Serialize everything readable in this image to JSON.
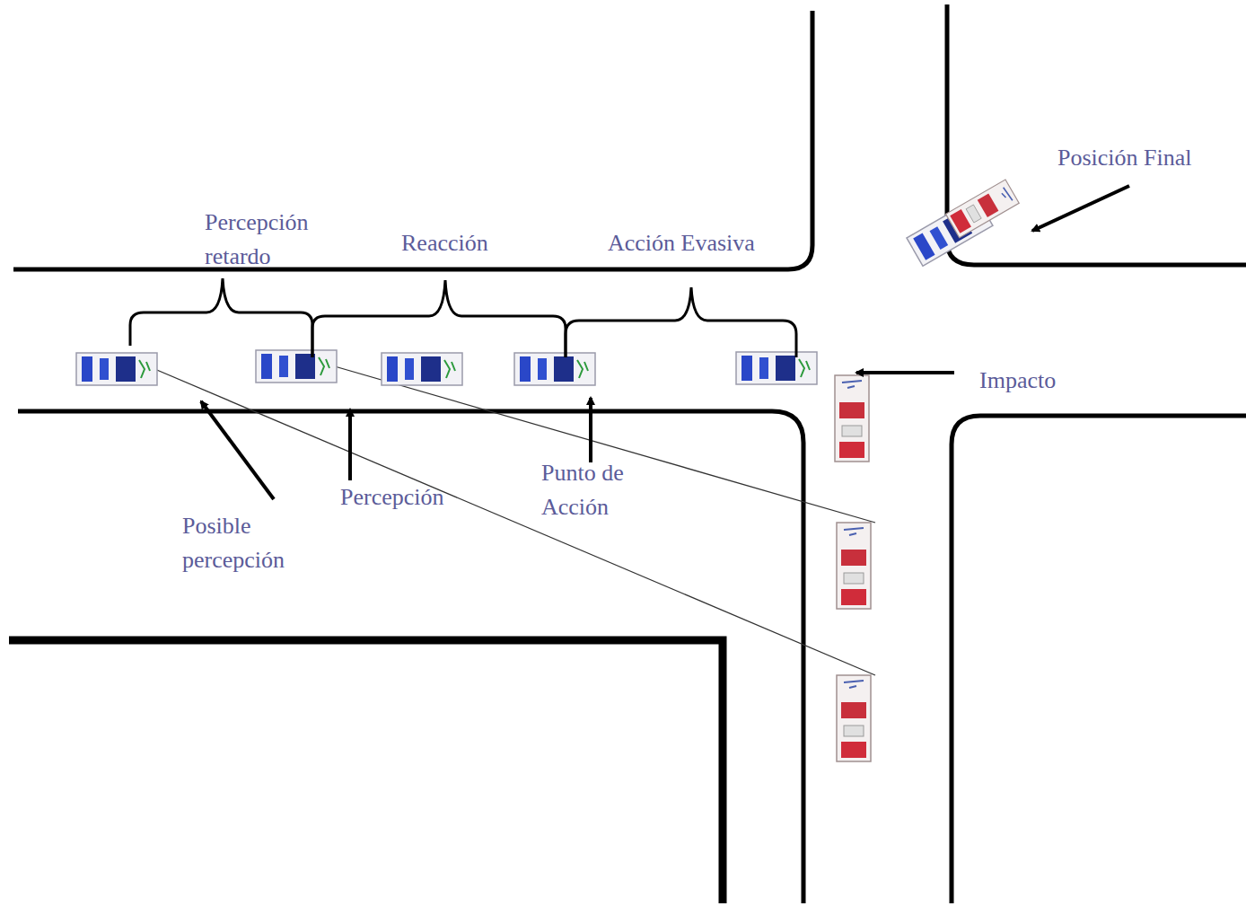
{
  "diagram": {
    "labels": [
      "Percepción retardo",
      "Reacción",
      "Acción Evasiva",
      "Posición Final",
      "Impacto",
      "Posible percepción",
      "Percepción",
      "Punto de Acción"
    ]
  }
}
